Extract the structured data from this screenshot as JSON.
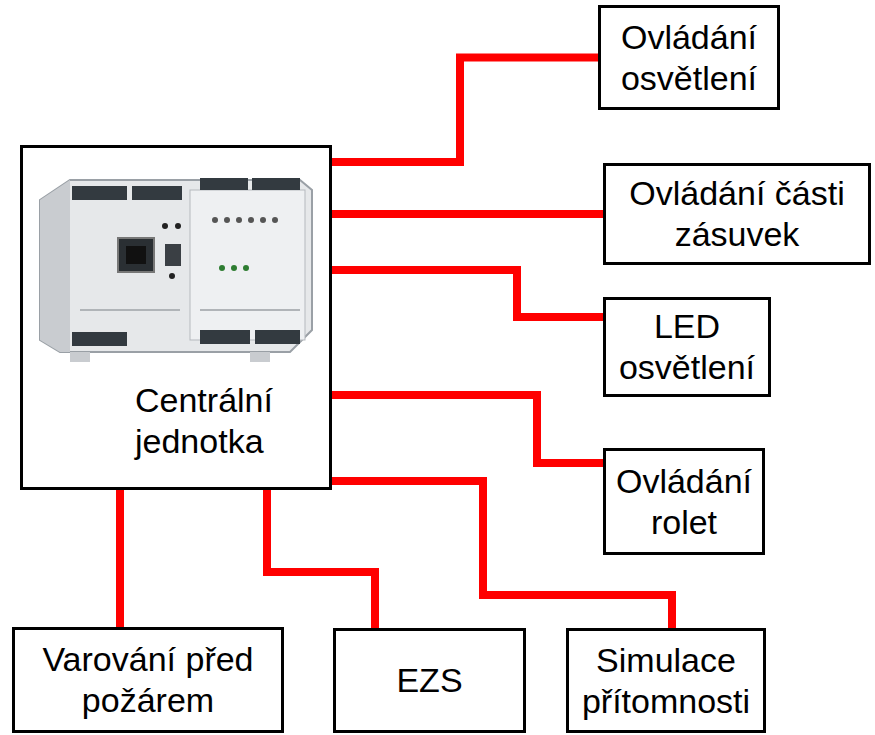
{
  "diagram": {
    "nodes": [
      {
        "text": [
          "Centrální jednotka"
        ]
      },
      {
        "text": [
          "Ovládání osvětlení"
        ]
      },
      {
        "text": [
          "Ovládání části zásuvek"
        ]
      },
      {
        "text": [
          "LED osvětlení"
        ]
      },
      {
        "text": [
          "Ovládání rolet"
        ]
      },
      {
        "text": [
          "Varování před požárem"
        ]
      },
      {
        "text": [
          "EZS"
        ]
      },
      {
        "text": [
          "Simulace přítomnosti"
        ]
      }
    ],
    "edges": [
      {
        "from": 0,
        "to": 1,
        "arrow": "none"
      },
      {
        "from": 0,
        "to": 2,
        "arrow": "none"
      },
      {
        "from": 0,
        "to": 3,
        "arrow": "none"
      },
      {
        "from": 0,
        "to": 4,
        "arrow": "none"
      },
      {
        "from": 0,
        "to": 5,
        "arrow": "none"
      },
      {
        "from": 0,
        "to": 6,
        "arrow": "none"
      },
      {
        "from": 0,
        "to": 7,
        "arrow": "none"
      }
    ]
  }
}
